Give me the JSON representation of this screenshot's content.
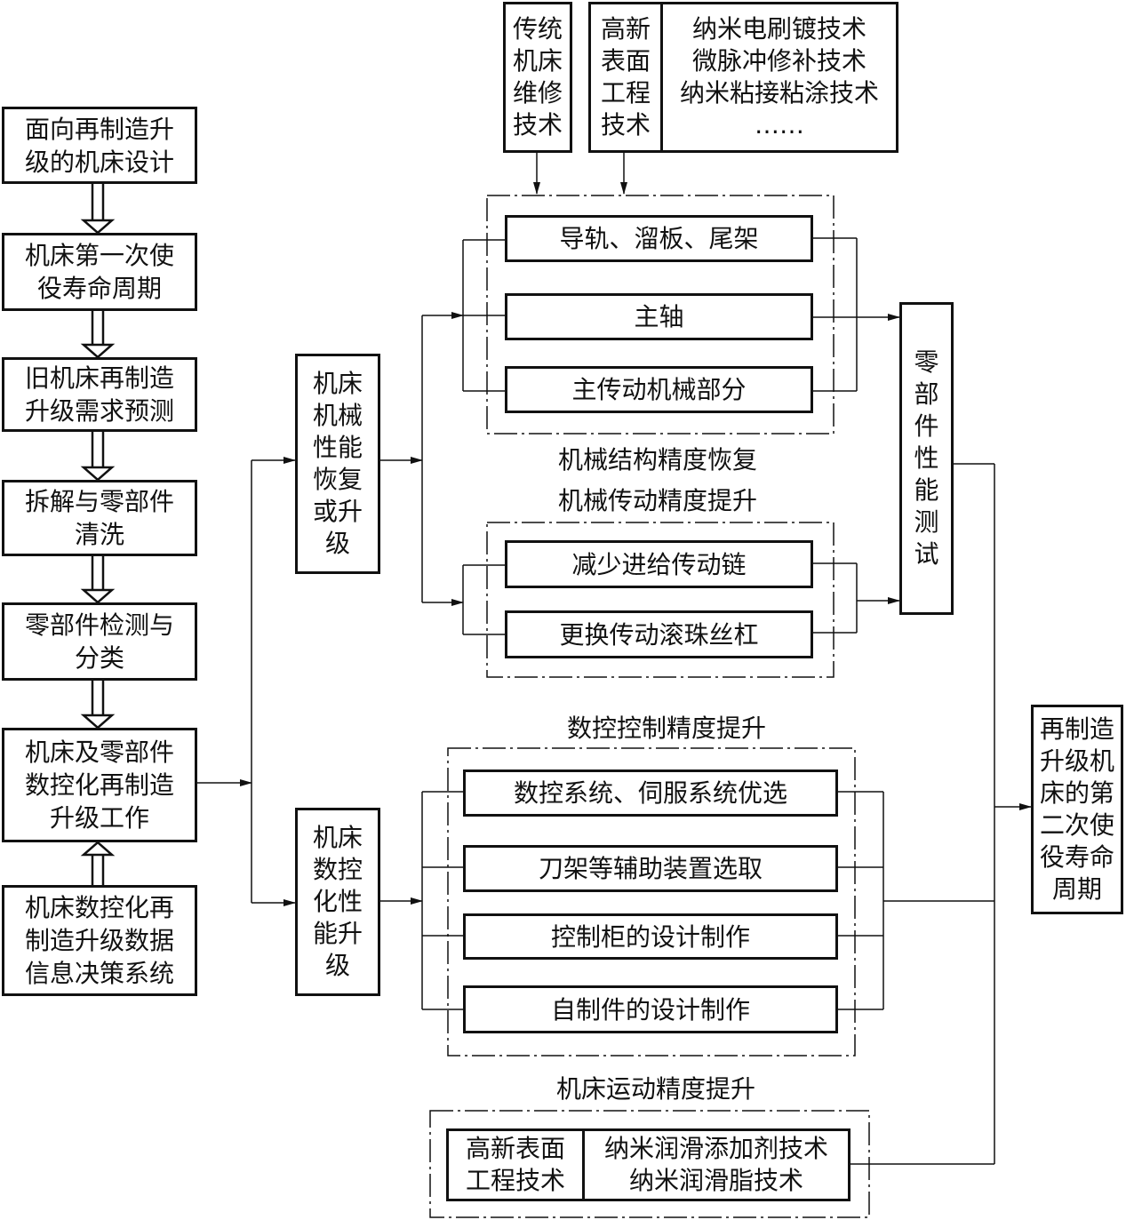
{
  "left_chain": [
    "面向再制造升\n级的机床设计",
    "机床第一次使\n役寿命周期",
    "旧机床再制造\n升级需求预测",
    "拆解与零部件\n清洗",
    "零部件检测与\n分类",
    "机床及零部件\n数控化再制造\n升级工作",
    "机床数控化再\n制造升级数据\n信息决策系统"
  ],
  "top_inputs": {
    "traditional": "传统\n机床\n维修\n技术",
    "hightech": "高新\n表面\n工程\n技术",
    "tech_list": "纳米电刷镀技术\n微脉冲修补技术\n纳米粘接粘涂技术\n……"
  },
  "mech": {
    "box": "机床\n机械\n性能\n恢复\n或升\n级",
    "group1": [
      "导轨、溜板、尾架",
      "主轴",
      "主传动机械部分"
    ],
    "caption1": "机械结构精度恢复",
    "caption2": "机械传动精度提升",
    "group2": [
      "减少进给传动链",
      "更换传动滚珠丝杠"
    ]
  },
  "test_box": "零\n部\n件\n性\n能\n测\n试",
  "cnc": {
    "caption": "数控控制精度提升",
    "box": "机床\n数控\n化性\n能升\n级",
    "items": [
      "数控系统、伺服系统优选",
      "刀架等辅助装置选取",
      "控制柜的设计制作",
      "自制件的设计制作"
    ]
  },
  "motion": {
    "caption": "机床运动精度提升",
    "left": "高新表面\n工程技术",
    "right": "纳米润滑添加剂技术\n纳米润滑脂技术"
  },
  "result_box": "再制造\n升级机\n床的第\n二次使\n役寿命\n周期"
}
